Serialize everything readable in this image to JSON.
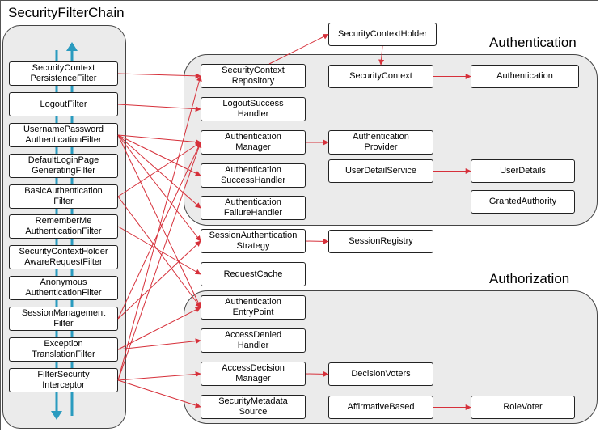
{
  "titles": {
    "chain": "SecurityFilterChain",
    "authentication": "Authentication",
    "authorization": "Authorization"
  },
  "filters": [
    {
      "id": "f1",
      "label": "SecurityContext\nPersistenceFilter"
    },
    {
      "id": "f2",
      "label": "LogoutFilter"
    },
    {
      "id": "f3",
      "label": "UsernamePassword\nAuthenticationFilter"
    },
    {
      "id": "f4",
      "label": "DefaultLoginPage\nGeneratingFilter"
    },
    {
      "id": "f5",
      "label": "BasicAuthentication\nFilter"
    },
    {
      "id": "f6",
      "label": "RememberMe\nAuthenticationFilter"
    },
    {
      "id": "f7",
      "label": "SecurityContextHolder\nAwareRequestFilter"
    },
    {
      "id": "f8",
      "label": "Anonymous\nAuthenticationFilter"
    },
    {
      "id": "f9",
      "label": "SessionManagement\nFilter"
    },
    {
      "id": "f10",
      "label": "Exception\nTranslationFilter"
    },
    {
      "id": "f11",
      "label": "FilterSecurity\nInterceptor"
    }
  ],
  "components": [
    {
      "id": "sch",
      "label": "SecurityContextHolder"
    },
    {
      "id": "scr",
      "label": "SecurityContext\nRepository"
    },
    {
      "id": "sc",
      "label": "SecurityContext"
    },
    {
      "id": "auth",
      "label": "Authentication"
    },
    {
      "id": "lsh",
      "label": "LogoutSuccess\nHandler"
    },
    {
      "id": "am",
      "label": "Authentication\nManager"
    },
    {
      "id": "ap",
      "label": "Authentication\nProvider"
    },
    {
      "id": "ash",
      "label": "Authentication\nSuccessHandler"
    },
    {
      "id": "uds",
      "label": "UserDetailService"
    },
    {
      "id": "ud",
      "label": "UserDetails"
    },
    {
      "id": "afh",
      "label": "Authentication\nFailureHandler"
    },
    {
      "id": "ga",
      "label": "GrantedAuthority"
    },
    {
      "id": "sas",
      "label": "SessionAuthentication\nStrategy"
    },
    {
      "id": "sr",
      "label": "SessionRegistry"
    },
    {
      "id": "rc",
      "label": "RequestCache"
    },
    {
      "id": "aep",
      "label": "Authentication\nEntryPoint"
    },
    {
      "id": "adh",
      "label": "AccessDenied\nHandler"
    },
    {
      "id": "adm",
      "label": "AccessDecision\nManager"
    },
    {
      "id": "dv",
      "label": "DecisionVoters"
    },
    {
      "id": "sms",
      "label": "SecurityMetadata\nSource"
    },
    {
      "id": "ab",
      "label": "AffirmativeBased"
    },
    {
      "id": "rv",
      "label": "RoleVoter"
    }
  ],
  "edges": [
    [
      "f1",
      "scr"
    ],
    [
      "f2",
      "lsh"
    ],
    [
      "f3",
      "am"
    ],
    [
      "f3",
      "ash"
    ],
    [
      "f3",
      "afh"
    ],
    [
      "f3",
      "sas"
    ],
    [
      "f3",
      "aep"
    ],
    [
      "f5",
      "am"
    ],
    [
      "f5",
      "aep"
    ],
    [
      "f6",
      "rc"
    ],
    [
      "f9",
      "am"
    ],
    [
      "f9",
      "sas"
    ],
    [
      "f10",
      "aep"
    ],
    [
      "f10",
      "adh"
    ],
    [
      "f11",
      "adm"
    ],
    [
      "f11",
      "sms"
    ],
    [
      "f11",
      "scr"
    ],
    [
      "f11",
      "am"
    ],
    [
      "scr",
      "sch"
    ],
    [
      "sch",
      "sc"
    ],
    [
      "sc",
      "auth"
    ],
    [
      "am",
      "ap"
    ],
    [
      "uds",
      "ud"
    ],
    [
      "sas",
      "sr"
    ],
    [
      "adm",
      "dv"
    ],
    [
      "ab",
      "rv"
    ]
  ],
  "colors": {
    "edge": "#d6303a",
    "flow_arrow": "#2a9bbf"
  }
}
